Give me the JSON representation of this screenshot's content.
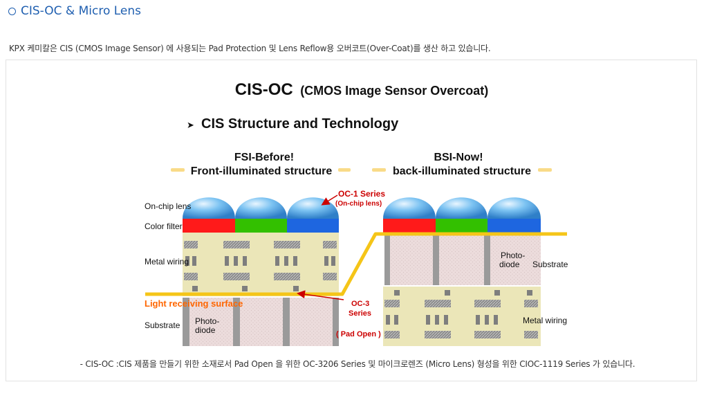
{
  "section": {
    "title": "CIS-OC & Micro Lens",
    "intro": "KPX 케미칼은 CIS (CMOS Image Sensor) 에 사용되는 Pad Protection 및 Lens Reflow용 오버코트(Over-Coat)를 생산 하고 있습니다."
  },
  "diagram": {
    "title_main": "CIS-OC",
    "title_sub": "(CMOS Image Sensor Overcoat)",
    "subtitle": "CIS Structure and Technology",
    "fsi": {
      "heading": "FSI-Before!",
      "label": "Front-illuminated structure"
    },
    "bsi": {
      "heading": "BSI-Now!",
      "label": "back-illuminated structure"
    },
    "labels": {
      "on_chip_lens": "On-chip lens",
      "color_filter": "Color filter",
      "metal_wiring": "Metal wiring",
      "light_receiving": "Light receiving surface",
      "substrate": "Substrate",
      "photodiode_line1": "Photo-",
      "photodiode_line2": "diode",
      "oc1_series": "OC-1 Series",
      "oc1_sub": "(On-chip lens)",
      "oc3_line1": "OC-3",
      "oc3_line2": "Series",
      "pad_open": "( Pad Open )",
      "bsi_photodiode_line1": "Photo-",
      "bsi_photodiode_line2": "diode",
      "bsi_substrate": "Substrate",
      "bsi_metal_wiring": "Metal wiring"
    },
    "colors": {
      "lens": "#5fb0e8",
      "red": "#ff1a1a",
      "green": "#33c000",
      "blue": "#1e66e0",
      "surface": "#f5c518",
      "wiring_bg": "#ebe6b8",
      "substrate_bg": "#eddede",
      "gray": "#999999",
      "note_red": "#cc0000",
      "note_orange": "#ff6600"
    }
  },
  "caption": "- CIS-OC :CIS 제품을 만들기 위한 소재로서 Pad Open 을 위한 OC-3206 Series 및 마이크로렌즈 (Micro Lens) 형성을 위한 CIOC-1119 Series 가 있습니다."
}
